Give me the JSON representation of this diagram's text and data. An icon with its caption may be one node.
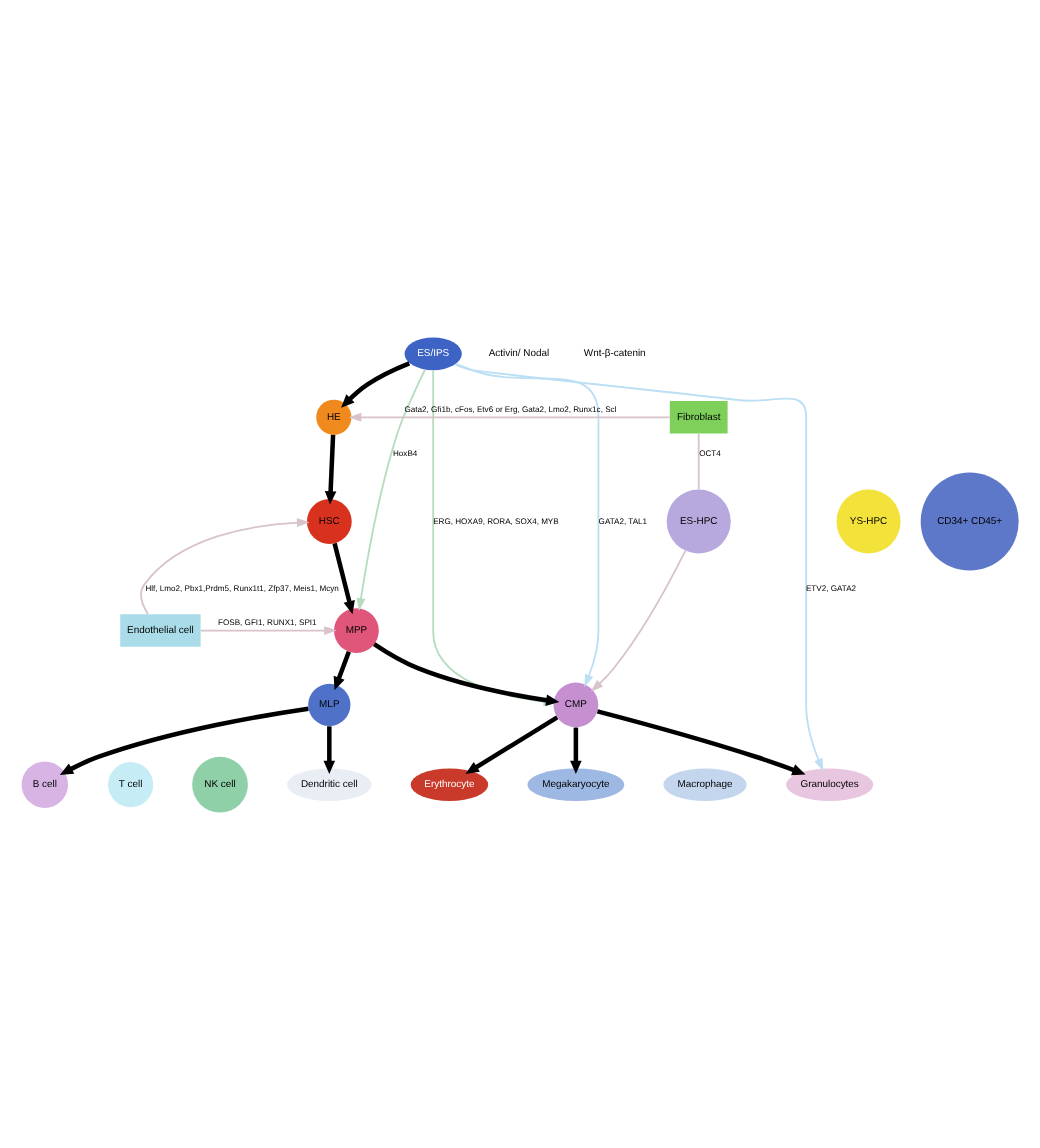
{
  "diagram": {
    "nodes": [
      {
        "text": [
          "ES/IPS"
        ]
      },
      {
        "text": [
          "HE"
        ]
      },
      {
        "text": [
          "HSC"
        ]
      },
      {
        "text": [
          "MPP"
        ]
      },
      {
        "text": [
          "MLP"
        ]
      },
      {
        "text": [
          "CMP"
        ]
      },
      {
        "text": [
          "Fibroblast"
        ]
      },
      {
        "text": [
          "ES-HPC"
        ]
      },
      {
        "text": [
          "YS-HPC"
        ]
      },
      {
        "text": [
          "CD34+ CD45+"
        ]
      },
      {
        "text": [
          "Endothelial cell"
        ]
      },
      {
        "text": [
          "B cell"
        ]
      },
      {
        "text": [
          "T cell"
        ]
      },
      {
        "text": [
          "NK cell"
        ]
      },
      {
        "text": [
          "Dendritic cell"
        ]
      },
      {
        "text": [
          "Erythrocyte"
        ]
      },
      {
        "text": [
          "Megakaryocyte"
        ]
      },
      {
        "text": [
          "Macrophage"
        ]
      },
      {
        "text": [
          "Granulocytes"
        ]
      }
    ],
    "edges": [
      {
        "from": 0,
        "to": 1,
        "arrow": "to"
      },
      {
        "from": 1,
        "to": 2,
        "arrow": "to"
      },
      {
        "from": 2,
        "to": 3,
        "arrow": "to"
      },
      {
        "from": 3,
        "to": 4,
        "arrow": "to"
      },
      {
        "from": 3,
        "to": 5,
        "arrow": "to"
      },
      {
        "from": 4,
        "to": 11,
        "arrow": "to"
      },
      {
        "from": 4,
        "to": 14,
        "arrow": "to"
      },
      {
        "from": 5,
        "to": 15,
        "arrow": "to"
      },
      {
        "from": 5,
        "to": 16,
        "arrow": "to"
      },
      {
        "from": 5,
        "to": 18,
        "arrow": "to"
      },
      {
        "from": 6,
        "to": 7,
        "arrow": "none",
        "label": "OCT4",
        "color": "#d8c3cb"
      },
      {
        "from": 6,
        "to": 1,
        "arrow": "to",
        "label": "Gata2, Gfi1b, cFos, Etv6 or Erg, Gata2, Lmo2, Runx1c, Scl",
        "color": "#d8c3cb"
      },
      {
        "from": 10,
        "to": 2,
        "arrow": "to",
        "label": "Hlf, Lmo2, Pbx1,Prdm5, Runx1t1, Zfp37, Meis1, Mcyn",
        "color": "#d8c3cb"
      },
      {
        "from": 10,
        "to": 3,
        "arrow": "to",
        "label": "FOSB, GFI1, RUNX1, SPI1",
        "color": "#d8c3cb"
      },
      {
        "from": 0,
        "to": 3,
        "arrow": "to",
        "label": "HoxB4",
        "color": "#b5dcbf"
      },
      {
        "from": 7,
        "to": 5,
        "arrow": "to",
        "color": "#d8c3cb"
      },
      {
        "from": 0,
        "to": 5,
        "arrow": "to",
        "label": "ERG, HOXA9, RORA, SOX4, MYB",
        "color": "#b5dcbf"
      },
      {
        "from": 0,
        "to": 5,
        "arrow": "to",
        "label": "GATA2, TAL1",
        "color": "#bcdff4"
      },
      {
        "from": 0,
        "to": 18,
        "arrow": "to",
        "label": "ETV2, GATA2",
        "color": "#bcdff4"
      }
    ],
    "labels": [
      "Activin/ Nodal",
      "Wnt-β-catenin"
    ]
  }
}
